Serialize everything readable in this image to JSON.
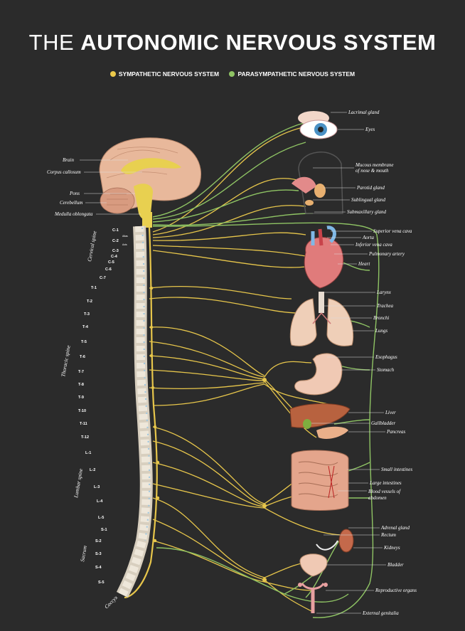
{
  "title": {
    "light": "THE ",
    "bold": "AUTONOMIC NERVOUS SYSTEM"
  },
  "legend": [
    {
      "label": "SYMPATHETIC NERVOUS SYSTEM",
      "color": "#ecc94a"
    },
    {
      "label": "PARASYMPATHETIC NERVOUS SYSTEM",
      "color": "#8fc464"
    }
  ],
  "brain_labels": {
    "brain": "Brain",
    "corpus_callosum": "Corpus callosum",
    "pons": "Pons",
    "cerebellum": "Cerebellum",
    "medulla": "Medulla oblongata"
  },
  "spine": {
    "regions": {
      "cervical": "Cervical spine",
      "thoracic": "Thoracic spine",
      "lumbar": "Lumbar spine",
      "sacrum": "Sacrum",
      "coccyx": "Coccyx"
    },
    "vertebrae": [
      "C-1",
      "C-2",
      "C-3",
      "C-4",
      "C-5",
      "C-6",
      "C-7",
      "T-1",
      "T-2",
      "T-3",
      "T-4",
      "T-5",
      "T-6",
      "T-7",
      "T-8",
      "T-9",
      "T-10",
      "T-11",
      "T-12",
      "L-1",
      "L-2",
      "L-3",
      "L-4",
      "L-5",
      "S-1",
      "S-2",
      "S-3",
      "S-4",
      "S-5"
    ],
    "small_labels": [
      "Atlas",
      "Axis"
    ]
  },
  "organ_labels": {
    "lacrimal": "Lacrimal gland",
    "eyes": "Eyes",
    "mucous1": "Mucous membrane",
    "mucous2": "of nose & mouth",
    "parotid": "Parotid gland",
    "sublingual": "Sublingual gland",
    "submaxillary": "Submaxillary gland",
    "superior_vena_cava": "Superior vena cava",
    "aorta": "Aorta",
    "inferior_vena_cava": "Inferior vena cava",
    "pulmonary_artery": "Pulmonary artery",
    "heart": "Heart",
    "larynx": "Larynx",
    "trachea": "Trachea",
    "bronchi": "Bronchi",
    "lungs": "Lungs",
    "esophagus": "Esophagus",
    "stomach": "Stomach",
    "liver": "Liver",
    "gallbladder": "Gallbladder",
    "pancreas": "Pancreas",
    "small_intestines": "Small intestines",
    "large_intestines": "Large intestines",
    "blood_vessels1": "Blood vessels of",
    "blood_vessels2": "abdomen",
    "adrenal": "Adrenal gland",
    "rectum": "Rectum",
    "kidneys": "Kidneys",
    "bladder": "Bladder",
    "reproductive": "Reproductive organs",
    "genitalia": "External genitalia"
  }
}
